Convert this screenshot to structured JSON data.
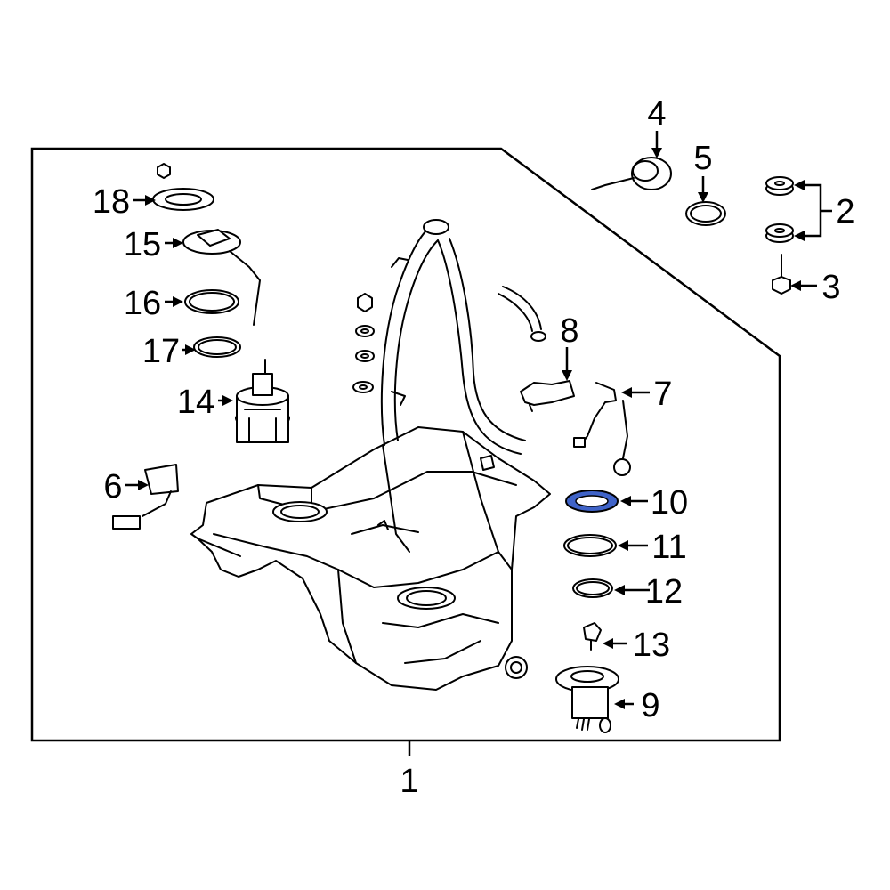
{
  "diagram": {
    "highlight_color": "#3f63c8",
    "callouts": {
      "c1": "1",
      "c2": "2",
      "c3": "3",
      "c4": "4",
      "c5": "5",
      "c6": "6",
      "c7": "7",
      "c8": "8",
      "c9": "9",
      "c10": "10",
      "c11": "11",
      "c12": "12",
      "c13": "13",
      "c14": "14",
      "c15": "15",
      "c16": "16",
      "c17": "17",
      "c18": "18"
    },
    "highlighted_part": "10"
  }
}
